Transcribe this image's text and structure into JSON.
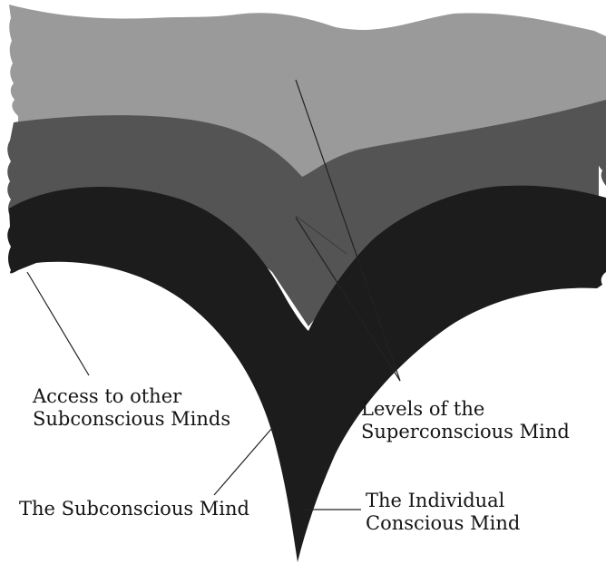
{
  "labels": {
    "access": [
      "Access to other",
      "Subconscious Minds"
    ],
    "superconscious": [
      "Levels of the",
      "Superconscious Mind"
    ],
    "subconscious": "The Subconscious Mind",
    "conscious": [
      "The Individual",
      "Conscious Mind"
    ]
  },
  "colors": {
    "upper_band": "#9a9a9a",
    "middle_band": "#545454",
    "dark_band": "#1c1c1c",
    "leader_line": "#222222",
    "label_text": "#151515"
  }
}
